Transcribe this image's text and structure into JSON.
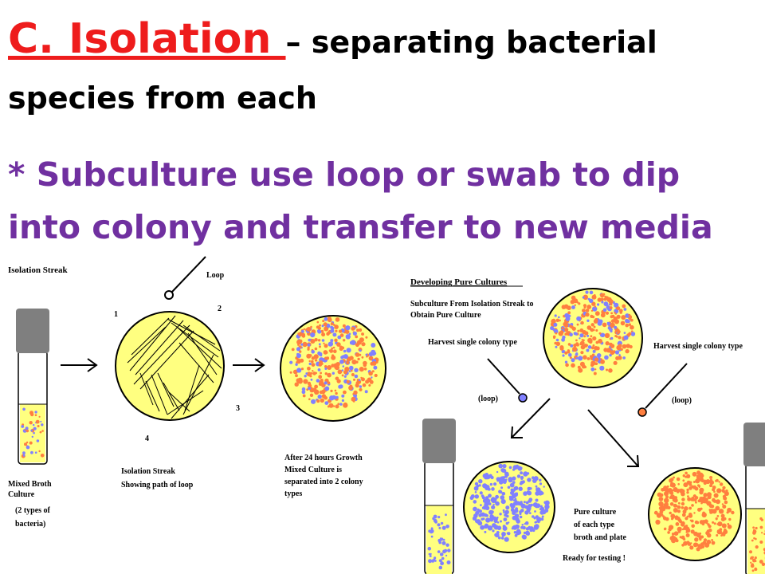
{
  "slide": {
    "title_head": "C. Isolation ",
    "title_rest": "– separating bacterial species from each",
    "subtitle": "* Subculture use loop or swab to dip into colony and transfer to new media"
  },
  "left_panel": {
    "heading": "Isolation Streak",
    "loop_label": "Loop",
    "quadrants": [
      "1",
      "2",
      "3",
      "4"
    ],
    "tube_caption": [
      "Mixed Broth",
      "Culture"
    ],
    "tube_note": [
      "(2 types of",
      "bacteria)"
    ],
    "streak_caption": [
      "Isolation Streak",
      "Showing path of loop"
    ],
    "growth_caption": [
      "After 24 hours Growth",
      "Mixed Culture is",
      "separated into 2 colony",
      "types"
    ]
  },
  "right_panel": {
    "heading": "Developing Pure Cultures",
    "subtitle": [
      "Subculture From Isolation Streak to",
      "Obtain Pure Culture"
    ],
    "harvest_left": "Harvest single colony type",
    "harvest_right": "Harvest single colony type",
    "loop_left": "(loop)",
    "loop_right": "(loop)",
    "pure_caption": [
      "Pure culture",
      "of each type",
      "broth and plate"
    ],
    "ready": "Ready for testing !"
  },
  "colors": {
    "title_red": "#ee1c1c",
    "subtitle_purple": "#7030a0",
    "plate_fill": "#ffff80",
    "tube_cap": "#7f7f7f",
    "colony_blue": "#8080ff",
    "colony_orange": "#ff7f3f"
  }
}
